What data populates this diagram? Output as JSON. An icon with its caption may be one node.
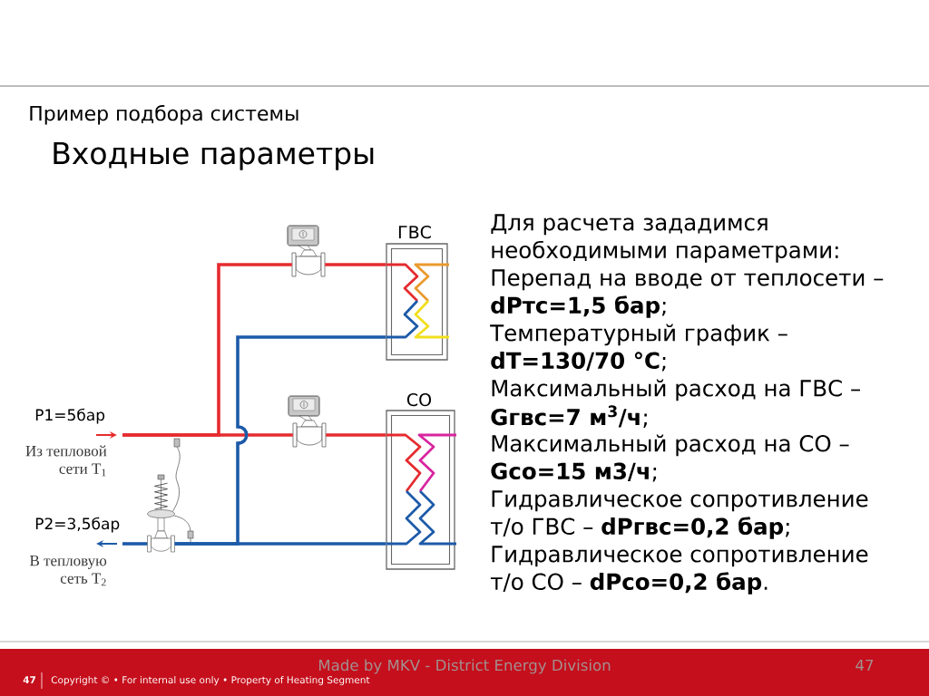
{
  "diagram": {
    "title": "Входные параметры",
    "nodes": [
      {
        "text": [],
        "shape": "picture"
      },
      {
        "text": [
          "ГВС"
        ]
      },
      {
        "text": [],
        "shape": "picture"
      },
      {
        "text": [
          "СО"
        ]
      },
      {
        "text": [],
        "shape": "picture"
      }
    ],
    "edges": [
      {
        "from": null,
        "to": 0,
        "arrow": "none"
      },
      {
        "from": 0,
        "to": 1,
        "arrow": "none"
      },
      {
        "from": null,
        "to": 2,
        "arrow": "none"
      },
      {
        "from": 2,
        "to": 3,
        "arrow": "none"
      },
      {
        "from": 1,
        "to": 4,
        "arrow": "none",
        "color": "#1c5aa8"
      },
      {
        "from": 3,
        "to": 4,
        "arrow": "none",
        "color": "#1c5aa8"
      },
      {
        "from": 4,
        "to": null,
        "arrow": "none",
        "color": "#1c5aa8"
      }
    ],
    "labels": [
      "Пример подбора системы",
      "Для расчета зададимся необходимыми параметрами:",
      "Перепад на вводе от теплосети – **dPтс=1,5 бар**;",
      "Температурный график – **dT=130/70 °C**;",
      "Максимальный расход на ГВС – **Gгвс=7 м$^{3}$/ч**;",
      "Максимальный расход на СО – **Gсо=15 м3/ч**;",
      "Гидравлическое сопротивление т/о ГВС – **dPгвс=0,2 бар**;",
      "Гидравлическое сопротивление т/о СО – **dPсо=0,2 бар**.",
      "P1=5бар",
      "Из тепловой сети T$_{1}$",
      "P2=3,5бар",
      "В тепловую сеть T$_{2}$",
      "Made by MKV - District Energy Division",
      "47",
      "47",
      "Copyright © • For internal use only • Property of Heating Segment"
    ]
  }
}
